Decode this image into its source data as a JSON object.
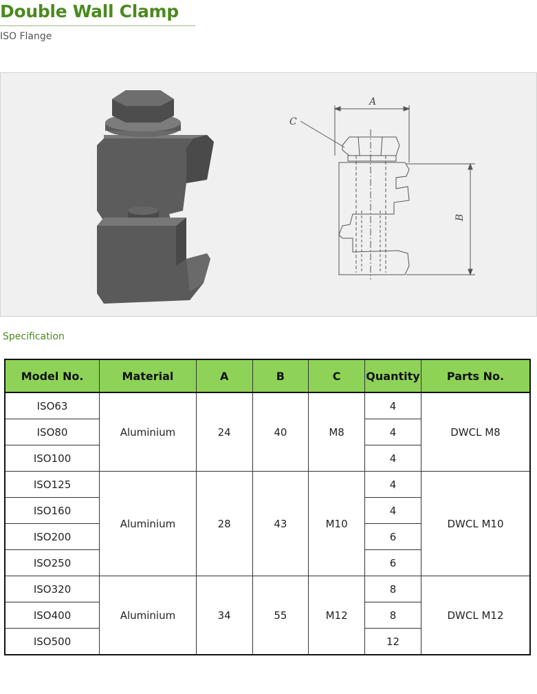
{
  "header": {
    "title": "Double Wall Clamp",
    "subtitle": "ISO Flange"
  },
  "figure": {
    "dimension_labels": {
      "a": "A",
      "b": "B",
      "c": "C"
    }
  },
  "section": {
    "label": "Specification"
  },
  "table": {
    "headers": [
      "Model No.",
      "Material",
      "A",
      "B",
      "C",
      "Quantity",
      "Parts No."
    ],
    "groups": [
      {
        "material": "Aluminium",
        "a": "24",
        "b": "40",
        "c": "M8",
        "parts_no": "DWCL M8",
        "rows": [
          {
            "model": "ISO63",
            "quantity": "4"
          },
          {
            "model": "ISO80",
            "quantity": "4"
          },
          {
            "model": "ISO100",
            "quantity": "4"
          }
        ]
      },
      {
        "material": "Aluminium",
        "a": "28",
        "b": "43",
        "c": "M10",
        "parts_no": "DWCL M10",
        "rows": [
          {
            "model": "ISO125",
            "quantity": "4"
          },
          {
            "model": "ISO160",
            "quantity": "4"
          },
          {
            "model": "ISO200",
            "quantity": "6"
          },
          {
            "model": "ISO250",
            "quantity": "6"
          }
        ]
      },
      {
        "material": "Aluminium",
        "a": "34",
        "b": "55",
        "c": "M12",
        "parts_no": "DWCL M12",
        "rows": [
          {
            "model": "ISO320",
            "quantity": "8"
          },
          {
            "model": "ISO400",
            "quantity": "8"
          },
          {
            "model": "ISO500",
            "quantity": "12"
          }
        ]
      }
    ]
  }
}
